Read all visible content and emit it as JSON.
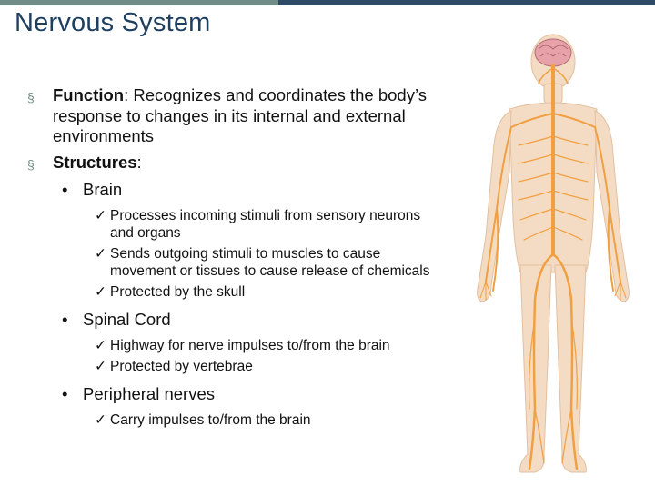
{
  "slide": {
    "title": "Nervous System",
    "points": [
      {
        "label": "Function",
        "text": ": Recognizes and coordinates the body’s response to changes in its internal and external environments"
      },
      {
        "label": "Structures",
        "text": ":"
      }
    ],
    "structures": [
      {
        "name": "Brain",
        "details": [
          "Processes incoming stimuli from sensory neurons and organs",
          "Sends outgoing stimuli to muscles to cause movement or tissues to cause release of chemicals",
          "Protected by the skull"
        ]
      },
      {
        "name": "Spinal Cord",
        "details": [
          "Highway for nerve impulses to/from the brain",
          "Protected by vertebrae"
        ]
      },
      {
        "name": "Peripheral nerves",
        "details": [
          "Carry impulses to/from the brain"
        ]
      }
    ],
    "markers": {
      "level1": "§",
      "level2": "•",
      "level3": "✓"
    },
    "colors": {
      "title": "#1f3f5f",
      "accent": "#6f8d84",
      "bar_dark": "#2f4a66",
      "nerve": "#f0a040",
      "skin": "#f4dcc4"
    },
    "illustration": "human-nervous-system-figure"
  }
}
